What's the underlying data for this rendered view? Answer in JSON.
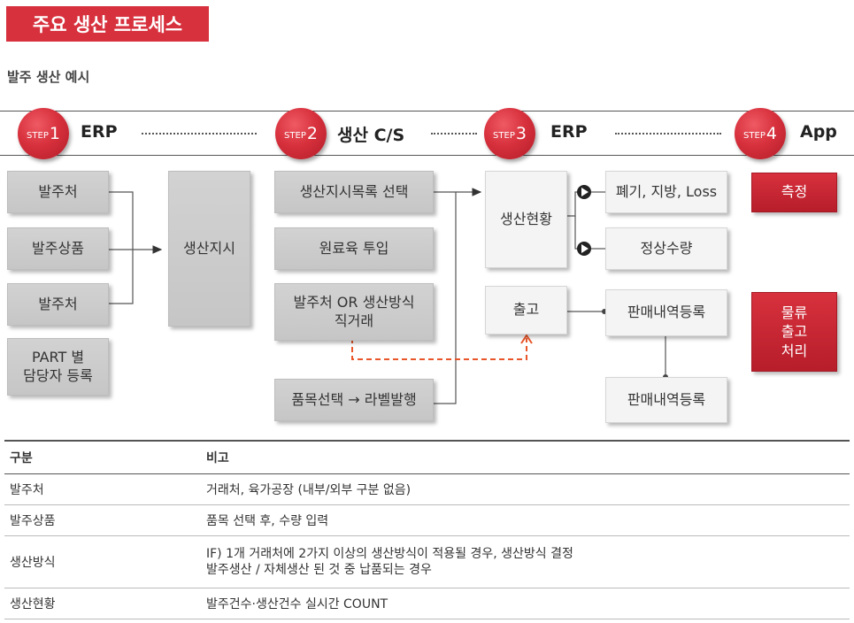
{
  "title": "주요 생산 프로세스",
  "subtitle": "발주 생산 예시",
  "steps": [
    {
      "word": "STEP",
      "num": "1",
      "name": "ERP"
    },
    {
      "word": "STEP",
      "num": "2",
      "name": "생산 C/S"
    },
    {
      "word": "STEP",
      "num": "3",
      "name": "ERP"
    },
    {
      "word": "STEP",
      "num": "4",
      "name": "App"
    }
  ],
  "step1_boxes": [
    "발주처",
    "발주상품",
    "발주처",
    "PART 별\n담당자 등록"
  ],
  "instruction_box": "생산지시",
  "step2_boxes": [
    "생산지시목록 선택",
    "원료육 투입",
    "발주처 OR 생산방식\n직거래",
    "품목선택 → 라벨발행"
  ],
  "step3": {
    "status_box": "생산현황",
    "shipping_box": "출고"
  },
  "step3_results": {
    "discard": "폐기, 지방, Loss",
    "normal": "정상수량",
    "sales_1": "판매내역등록",
    "sales_2": "판매내역등록"
  },
  "step4_boxes": {
    "measure": "측정",
    "logistics": "물류\n출고\n처리"
  },
  "colors": {
    "accent_red": "#d7313d",
    "box_gray": "#cccccc",
    "dashed_orange": "#e8562a"
  },
  "table": {
    "headers": [
      "구분",
      "비고"
    ],
    "rows": [
      {
        "label": "발주처",
        "lines": [
          "거래처, 육가공장 (내부/외부 구분 없음)"
        ]
      },
      {
        "label": "발주상품",
        "lines": [
          "품목 선택 후, 수량 입력"
        ]
      },
      {
        "label": "생산방식",
        "lines": [
          "IF) 1개 거래처에 2가지 이상의 생산방식이 적용될 경우, 생산방식 결정",
          "발주생산 / 자체생산 된 것 중 납품되는 경우"
        ]
      },
      {
        "label": "생산현황",
        "lines": [
          "발주건수·생산건수 실시간 COUNT"
        ]
      }
    ]
  }
}
